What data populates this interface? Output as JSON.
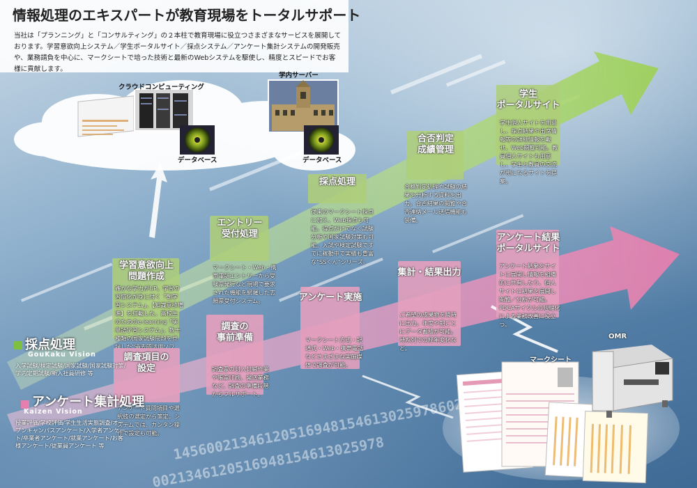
{
  "header": {
    "title": "情報処理のエキスパートが教育現場をトータルサポート",
    "lead": "当社は「プランニング」と「コンサルティング」の２本柱で教育現場に役立つさまざまなサービスを展開しております。学習意欲向上システム／学生ポータルサイト／採点システム／アンケート集計システムの開発販売や、業務請負を中心に、マークシートで培った技術と最新のWebシステムを駆使し、精度とスピードでお客様に貢献します。"
  },
  "infra": {
    "cloud_label": "クラウドコンピューティング",
    "server_label": "学内サーバー",
    "db_label_1": "データベース",
    "db_label_2": "データベース"
  },
  "green_steps": [
    {
      "title_l1": "学習意欲向上",
      "title_l2": "問題作成",
      "desc": "確かな学力がUP。学習の習慣化が身に付く「朝学習システム」、【知識意欲増進】を搭載した、高校生のためのe-learning「英単語学習システム」、数十種類の国家試験問題を登録した\"過去問活用ソフト\"。"
    },
    {
      "title_l1": "エントリー",
      "title_l2": "受付処理",
      "desc": "マークシート・Web・携帯電話エントリーから受験票発行など現場で要求された機能を網羅した志願票受付システム。"
    },
    {
      "title_l1": "採点処理",
      "title_l2": "",
      "desc": "従来のマークシート採点に加え、Web採点も可能。得点だけでなく試験分析や国家試験対策も可能。入試や検定試験ですでに稼動中で実績も豊富な\"SSくん\"シリーズ。"
    },
    {
      "title_l1": "合否判定",
      "title_l2": "成績管理",
      "desc": "合格判定処理や試験の結果を分析する資料を出力。合否結果の閲覧や合否連絡メール送信機能も装備。"
    },
    {
      "title_l1": "学生",
      "title_l2": "ポータルサイト",
      "desc": "学生個人サイトを用意し、採点結果や出席情報等の詳細情報を載せ、Web閲覧可能。教員個人サイトも用意し、学生と教員の交流が密になるサイトを提案。"
    }
  ],
  "pink_steps": [
    {
      "title_l1": "調査項目の",
      "title_l2": "設定",
      "desc": "アンケート質問項目や選択肢の選定から策定。システムでは、カンタン操作で設定も可能。"
    },
    {
      "title_l1": "調査の",
      "title_l2": "事前準備",
      "desc": "調査票の封入封緘作業や帳票印刷、発送業務など、調査の準備段階からフルサポート。"
    },
    {
      "title_l1": "アンケート実施",
      "title_l2": "",
      "desc": "マークシート方式・記述式・Web・携帯電話などさまざまな実施媒体で調査が可能。"
    },
    {
      "title_l1": "集計・結果出力",
      "title_l2": "",
      "desc": "ご希望の成果物を瞬時に出力。年度や期ごとにデータ蓄積が可能。時系列での経年変化など。"
    },
    {
      "title_l1": "アンケート結果",
      "title_l2": "ポータルサイト",
      "desc": "アンケート結果をサイトに展開し情報を組織的に共有したり、個人サイトに結果を展開し閲覧／分析が可能。PDCAサイクルの短縮化による業務改善に役立つ。"
    }
  ],
  "sections": {
    "green": {
      "main": "採点処理",
      "sub": "GouKaku Vision",
      "users": "入学試験/検定試験/国家試験/国家試験対策/学内定期試験/新入社員研修 等"
    },
    "pink": {
      "main": "アンケート集計処理",
      "sub": "Kaizen Vision",
      "users": "授業評価/学校評価/学生生活実態調査/オープンキャンパスアンケート/入学者アンケート/卒業者アンケート/就業アンケート/お客様アンケート/従業員アンケート 等"
    }
  },
  "devices": {
    "marksheet_label": "マークシート",
    "omr_label": "OMR"
  },
  "colors": {
    "green_arrow": "#a9d46d",
    "pink_arrow": "#e58db4",
    "background": "#5b86ad"
  }
}
